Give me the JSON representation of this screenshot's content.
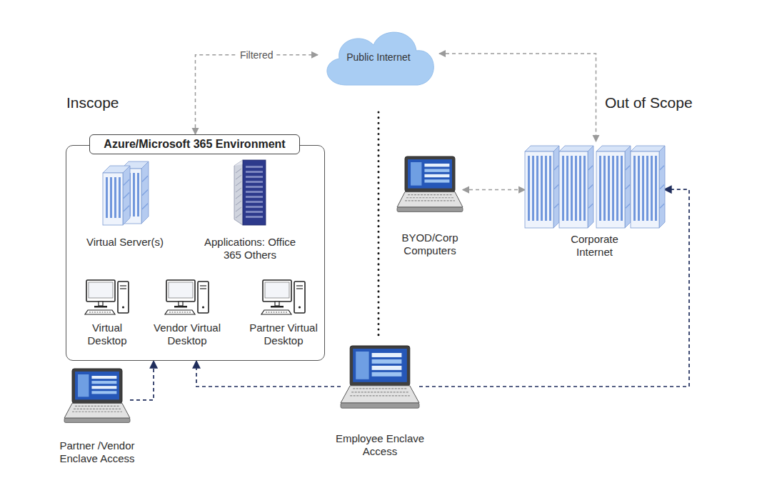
{
  "diagram": {
    "nodes": [
      {
        "text": [
          "Public Internet"
        ]
      },
      {
        "text": [
          "Azure/Microsoft 365 Environment"
        ]
      },
      {
        "text": [
          "Virtual Server(s)"
        ],
        "in": 1
      },
      {
        "text": [
          "Applications: Office 365 Others"
        ],
        "in": 1
      },
      {
        "text": [
          "Virtual Desktop"
        ],
        "in": 1
      },
      {
        "text": [
          "Vendor Virtual Desktop"
        ],
        "in": 1
      },
      {
        "text": [
          "Partner Virtual Desktop"
        ],
        "in": 1
      },
      {
        "text": [
          "BYOD/Corp Computers"
        ]
      },
      {
        "text": [
          "Corporate Internet"
        ]
      },
      {
        "text": [
          "Partner /Vendor Enclave Access"
        ]
      },
      {
        "text": [
          "Employee Enclave Access"
        ]
      }
    ],
    "edges": [
      {
        "from": 1,
        "to": 0,
        "label": "Filtered",
        "arrow": "both"
      },
      {
        "from": 0,
        "to": 8,
        "arrow": "both"
      },
      {
        "from": 7,
        "to": 8,
        "arrow": "both"
      },
      {
        "from": 9,
        "to": 1,
        "arrow": "to"
      },
      {
        "from": 10,
        "to": 1,
        "arrow": "to"
      },
      {
        "from": 10,
        "to": 8,
        "arrow": "to"
      }
    ],
    "labels": [
      "Inscope",
      "Out of Scope"
    ]
  }
}
